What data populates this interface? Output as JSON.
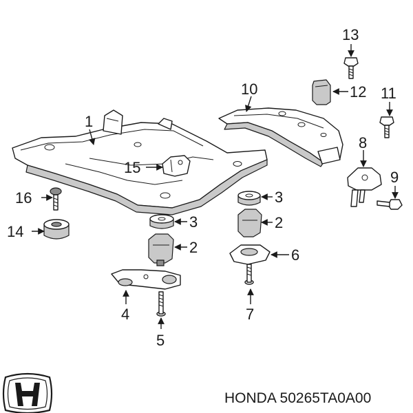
{
  "brand": "HONDA",
  "part_number": "50265TA0A00",
  "logo": {
    "name": "honda-logo",
    "color": "#1a1a1a"
  },
  "callouts": {
    "c1": "1",
    "c2a": "2",
    "c2b": "2",
    "c3a": "3",
    "c3b": "3",
    "c4": "4",
    "c5": "5",
    "c6": "6",
    "c7": "7",
    "c8": "8",
    "c9": "9",
    "c10": "10",
    "c11": "11",
    "c12": "12",
    "c13": "13",
    "c14": "14",
    "c15": "15",
    "c16": "16"
  },
  "colors": {
    "line": "#1a1a1a",
    "shade": "#c9c9c9",
    "dark": "#8c8c8c",
    "background": "#ffffff"
  }
}
